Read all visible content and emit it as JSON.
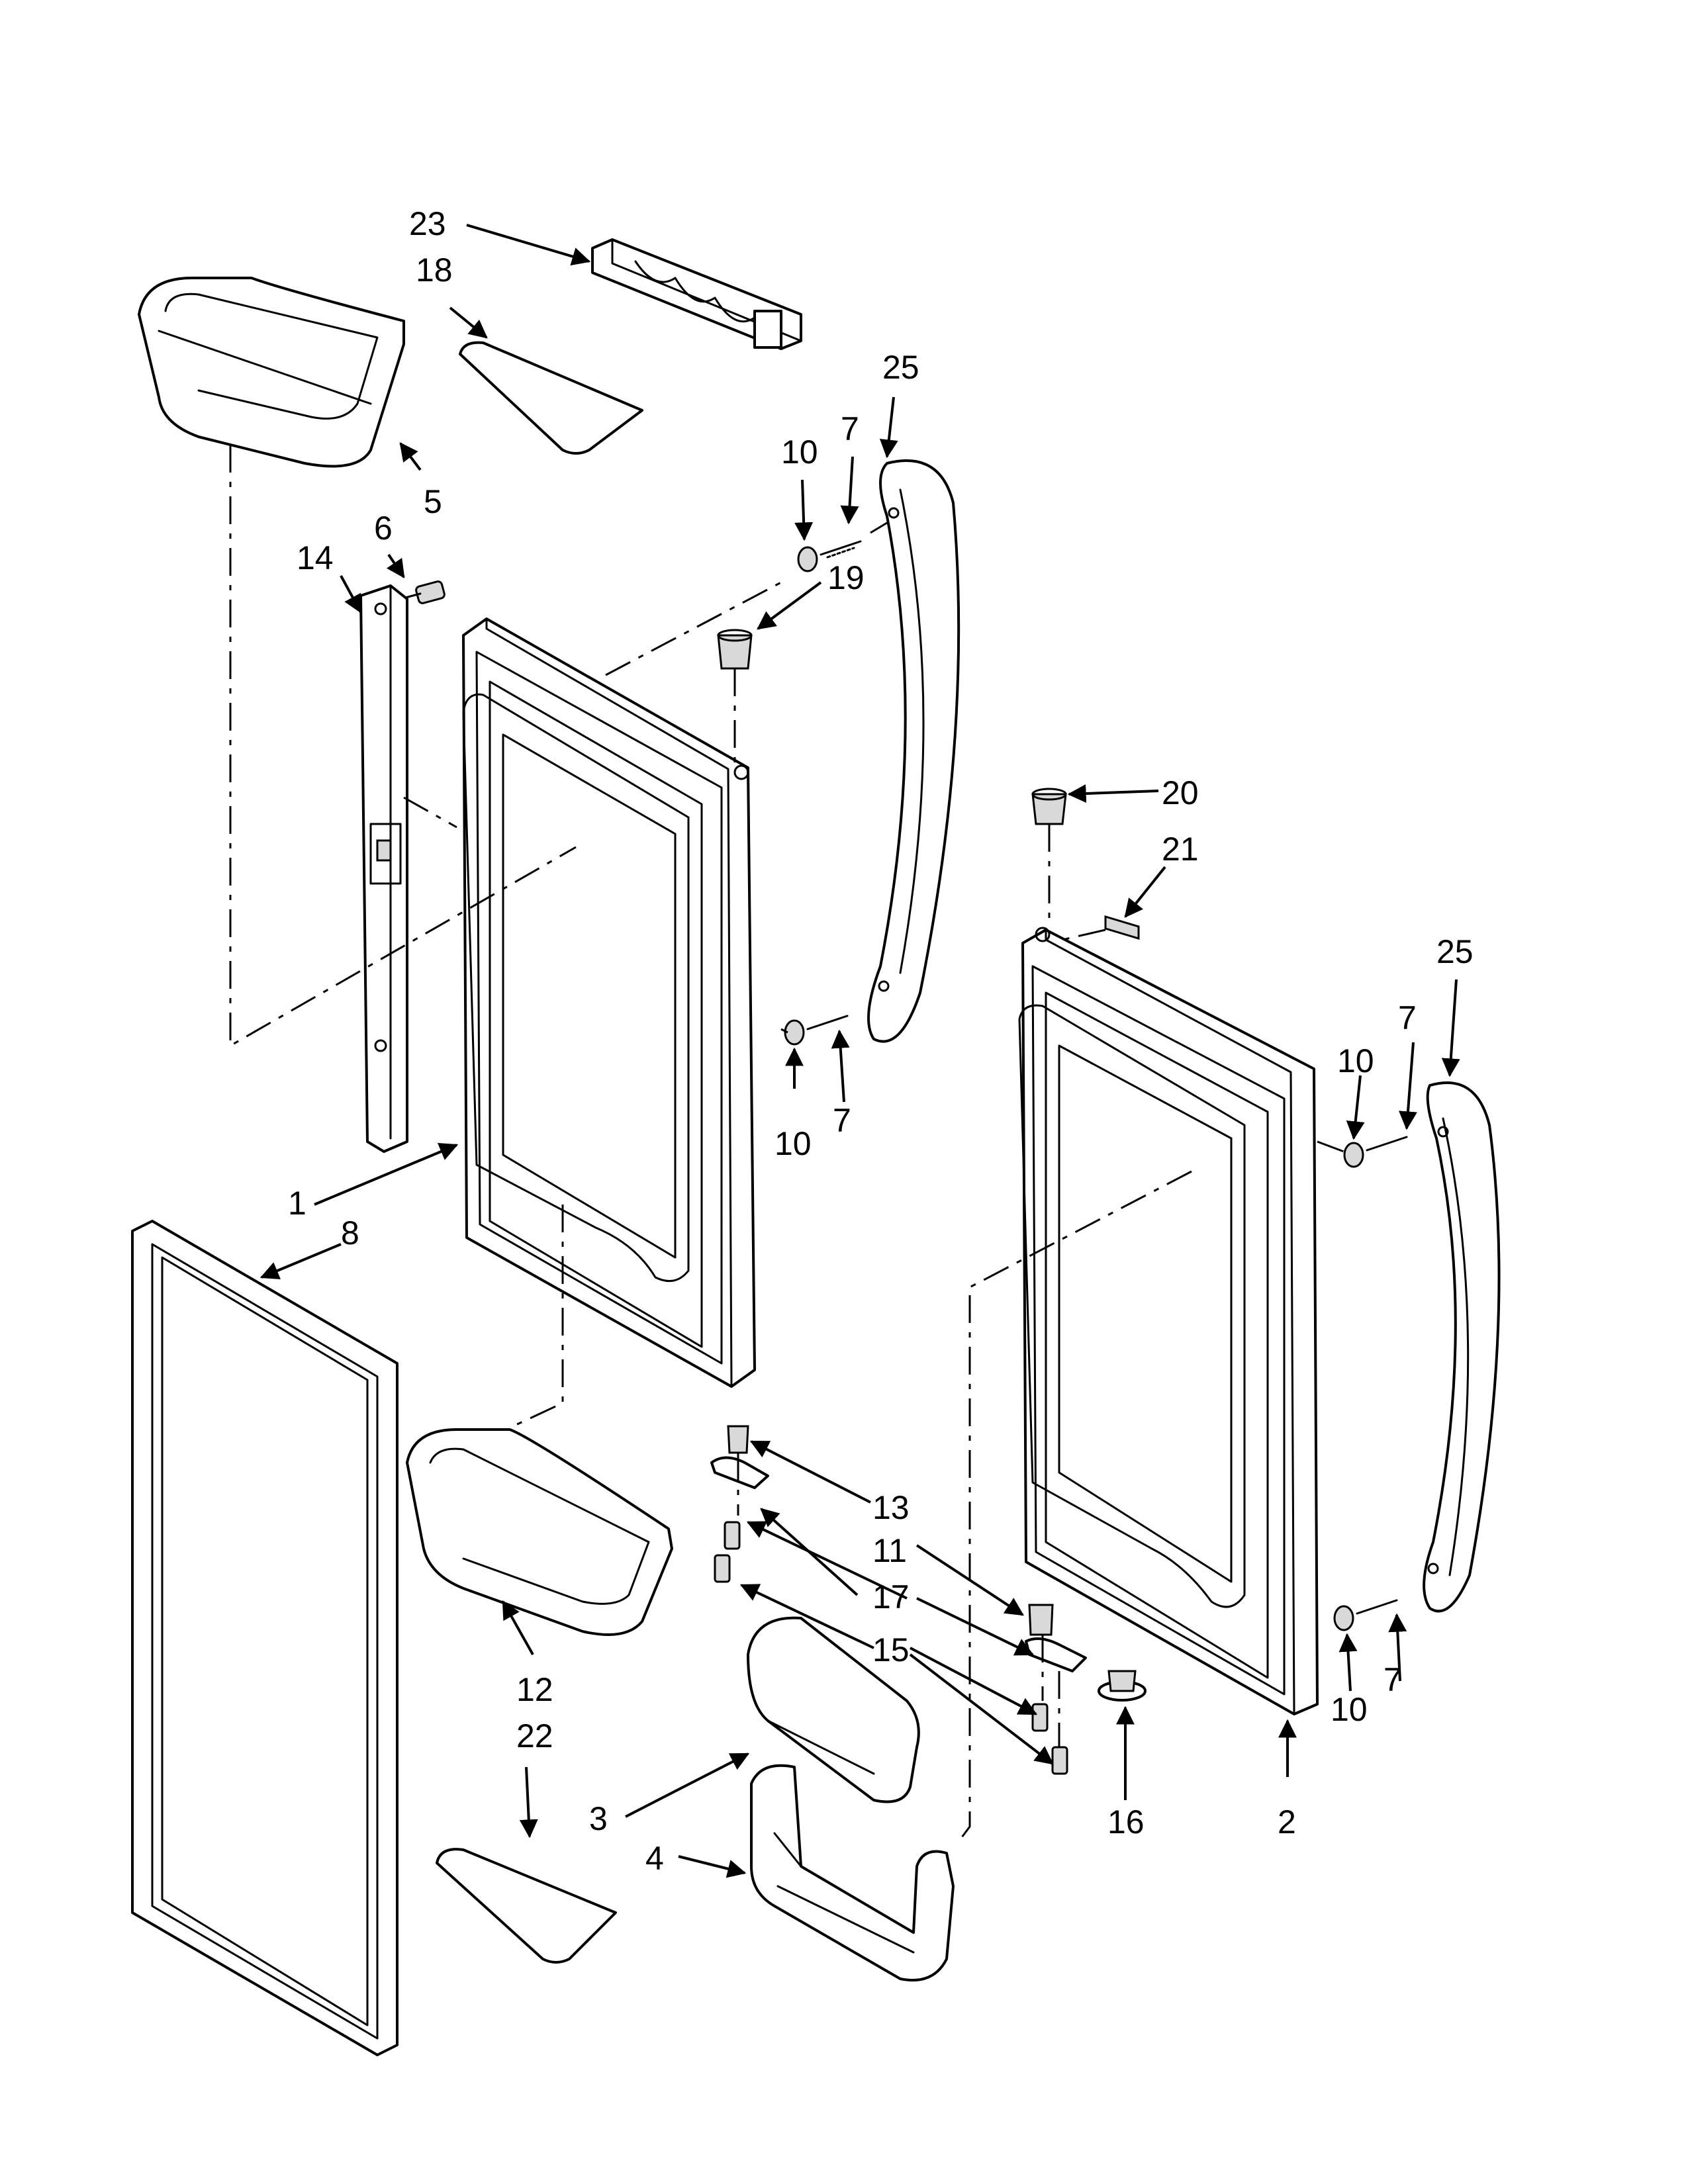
{
  "callouts": {
    "c1": "1",
    "c2": "2",
    "c3": "3",
    "c4": "4",
    "c5": "5",
    "c6": "6",
    "c7a": "7",
    "c7b": "7",
    "c7c": "7",
    "c7d": "7",
    "c8": "8",
    "c10a": "10",
    "c10b": "10",
    "c10c": "10",
    "c10d": "10",
    "c11": "11",
    "c12": "12",
    "c13": "13",
    "c14": "14",
    "c15": "15",
    "c16": "16",
    "c17": "17",
    "c18": "18",
    "c19": "19",
    "c20": "20",
    "c21": "21",
    "c22": "22",
    "c23": "23",
    "c25a": "25",
    "c25b": "25"
  }
}
